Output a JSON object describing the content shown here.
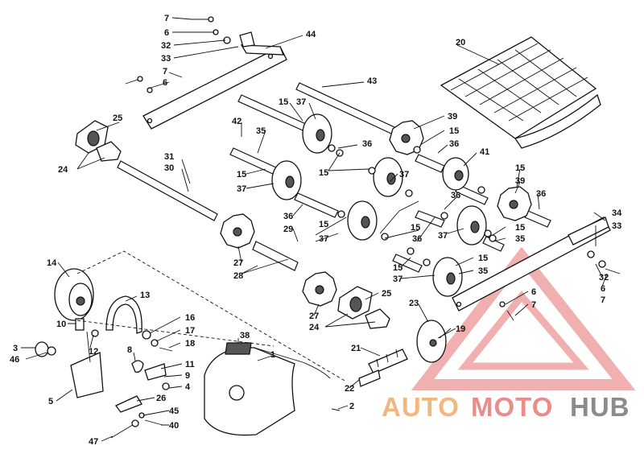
{
  "diagram": {
    "callouts": [
      {
        "id": "c7a",
        "text": "7"
      },
      {
        "id": "c6a",
        "text": "6"
      },
      {
        "id": "c32a",
        "text": "32"
      },
      {
        "id": "c33a",
        "text": "33"
      },
      {
        "id": "c7b",
        "text": "7"
      },
      {
        "id": "c6b",
        "text": "6"
      },
      {
        "id": "c44",
        "text": "44"
      },
      {
        "id": "c20",
        "text": "20"
      },
      {
        "id": "c43",
        "text": "43"
      },
      {
        "id": "c25a",
        "text": "25"
      },
      {
        "id": "c24a",
        "text": "24"
      },
      {
        "id": "c15a",
        "text": "15"
      },
      {
        "id": "c37a",
        "text": "37"
      },
      {
        "id": "c42",
        "text": "42"
      },
      {
        "id": "c35a",
        "text": "35"
      },
      {
        "id": "c39a",
        "text": "39"
      },
      {
        "id": "c15b",
        "text": "15"
      },
      {
        "id": "c36a",
        "text": "36"
      },
      {
        "id": "c36b",
        "text": "36"
      },
      {
        "id": "c41",
        "text": "41"
      },
      {
        "id": "c31",
        "text": "31"
      },
      {
        "id": "c30",
        "text": "30"
      },
      {
        "id": "c15c",
        "text": "15"
      },
      {
        "id": "c37b",
        "text": "37"
      },
      {
        "id": "c15d",
        "text": "15"
      },
      {
        "id": "c37c",
        "text": "37"
      },
      {
        "id": "c15e",
        "text": "15"
      },
      {
        "id": "c39b",
        "text": "39"
      },
      {
        "id": "c36c",
        "text": "36"
      },
      {
        "id": "c36d",
        "text": "36"
      },
      {
        "id": "c36e",
        "text": "36"
      },
      {
        "id": "c29",
        "text": "29"
      },
      {
        "id": "c15f",
        "text": "15"
      },
      {
        "id": "c37d",
        "text": "37"
      },
      {
        "id": "c15g",
        "text": "15"
      },
      {
        "id": "c36f",
        "text": "36"
      },
      {
        "id": "c37e",
        "text": "37"
      },
      {
        "id": "c15h",
        "text": "15"
      },
      {
        "id": "c35b",
        "text": "35"
      },
      {
        "id": "c34",
        "text": "34"
      },
      {
        "id": "c33b",
        "text": "33"
      },
      {
        "id": "c27a",
        "text": "27"
      },
      {
        "id": "c28",
        "text": "28"
      },
      {
        "id": "c15i",
        "text": "15"
      },
      {
        "id": "c37f",
        "text": "37"
      },
      {
        "id": "c15j",
        "text": "15"
      },
      {
        "id": "c35c",
        "text": "35"
      },
      {
        "id": "c32b",
        "text": "32"
      },
      {
        "id": "c6c",
        "text": "6"
      },
      {
        "id": "c7c",
        "text": "7"
      },
      {
        "id": "c14",
        "text": "14"
      },
      {
        "id": "c13",
        "text": "13"
      },
      {
        "id": "c27b",
        "text": "27"
      },
      {
        "id": "c25b",
        "text": "25"
      },
      {
        "id": "c24b",
        "text": "24"
      },
      {
        "id": "c23",
        "text": "23"
      },
      {
        "id": "c6d",
        "text": "6"
      },
      {
        "id": "c7d",
        "text": "7"
      },
      {
        "id": "c10",
        "text": "10"
      },
      {
        "id": "c16",
        "text": "16"
      },
      {
        "id": "c17",
        "text": "17"
      },
      {
        "id": "c18",
        "text": "18"
      },
      {
        "id": "c12",
        "text": "12"
      },
      {
        "id": "c3",
        "text": "3"
      },
      {
        "id": "c46",
        "text": "46"
      },
      {
        "id": "c8",
        "text": "8"
      },
      {
        "id": "c11",
        "text": "11"
      },
      {
        "id": "c9",
        "text": "9"
      },
      {
        "id": "c4",
        "text": "4"
      },
      {
        "id": "c38",
        "text": "38"
      },
      {
        "id": "c1",
        "text": "1"
      },
      {
        "id": "c19",
        "text": "19"
      },
      {
        "id": "c21",
        "text": "21"
      },
      {
        "id": "c5",
        "text": "5"
      },
      {
        "id": "c26",
        "text": "26"
      },
      {
        "id": "c45",
        "text": "45"
      },
      {
        "id": "c40",
        "text": "40"
      },
      {
        "id": "c22",
        "text": "22"
      },
      {
        "id": "c2",
        "text": "2"
      },
      {
        "id": "c47",
        "text": "47"
      }
    ]
  },
  "watermark": {
    "text_auto": "AUTO",
    "text_moto": "MOTO",
    "text_hub": "HUB",
    "colors": {
      "auto": "#f1b77f",
      "moto": "#e88c8c",
      "hub": "#8c8c8c",
      "logo": "#e77070"
    }
  }
}
